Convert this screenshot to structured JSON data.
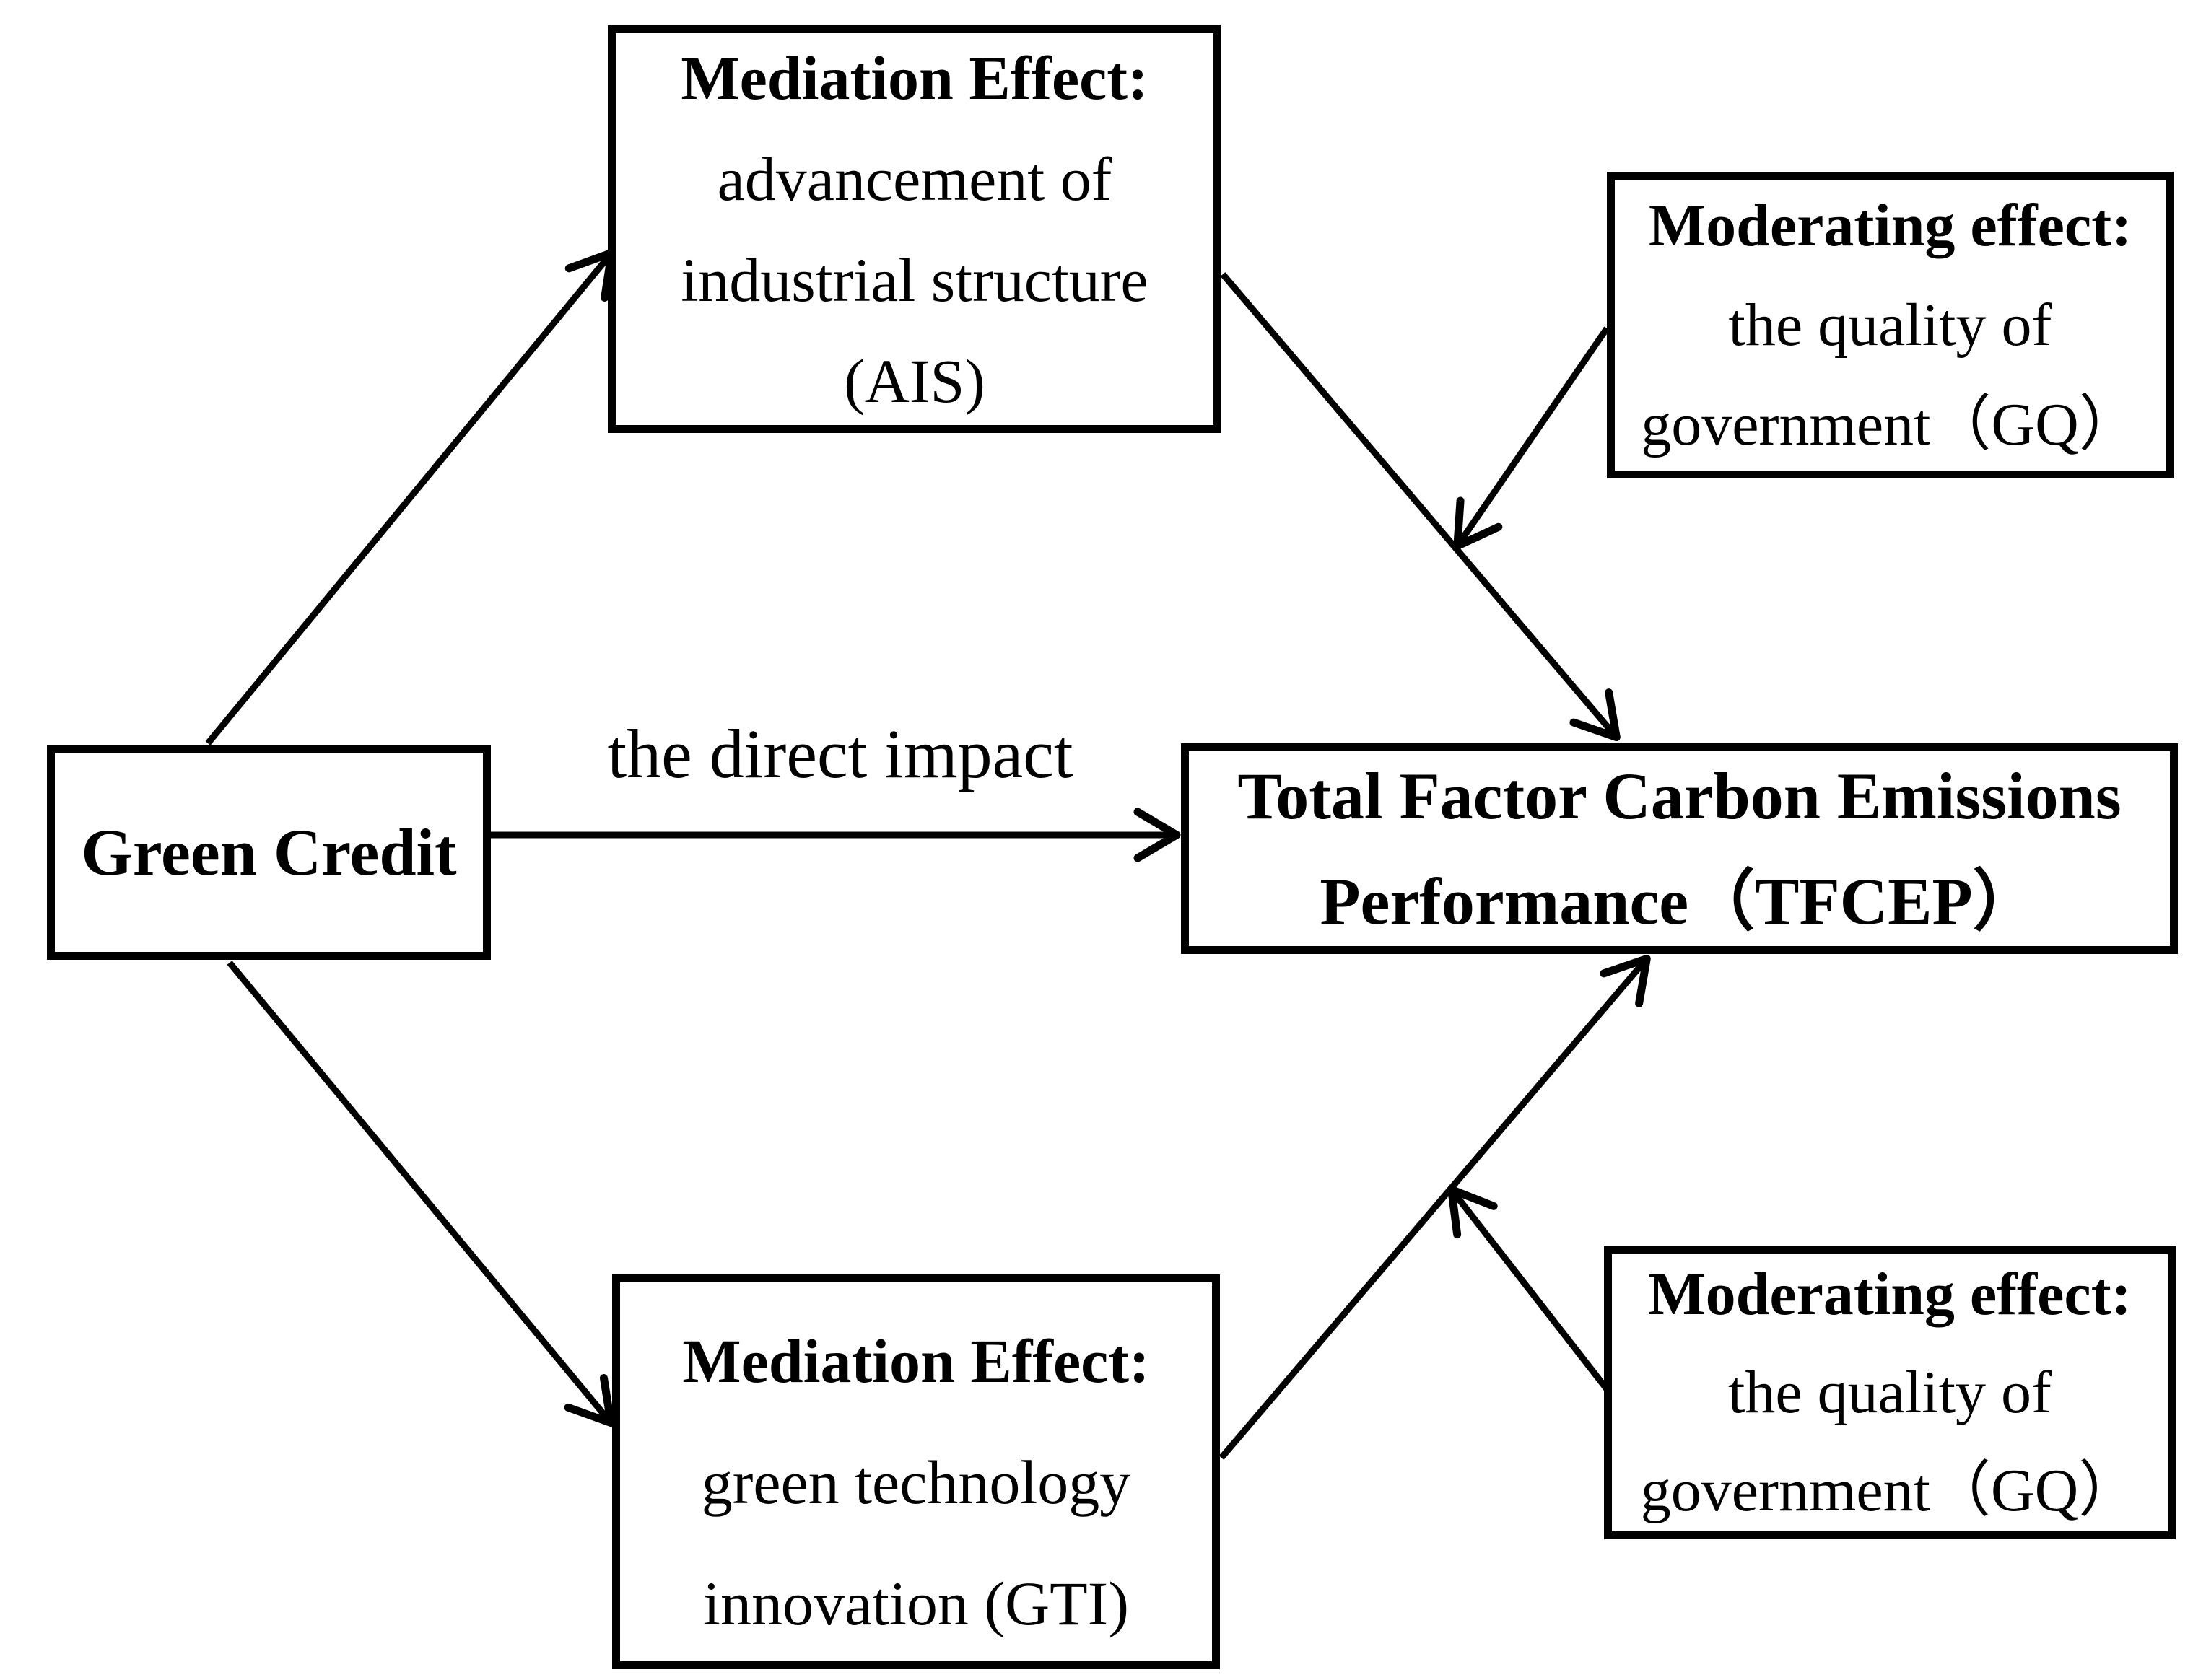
{
  "figure": {
    "background_color": "#ffffff",
    "line_color": "#000000",
    "nodes": {
      "mediation_ais": {
        "heading": "Mediation Effect:",
        "lines": [
          "advancement of",
          "industrial structure",
          "(AIS)"
        ]
      },
      "moderating_top": {
        "heading": "Moderating effect:",
        "lines": [
          "the quality of",
          "government（GQ）"
        ]
      },
      "green_credit": {
        "heading": "Green Credit"
      },
      "tfcep": {
        "lines": [
          "Total Factor Carbon Emissions",
          "Performance（TFCEP）"
        ]
      },
      "mediation_gti": {
        "heading": "Mediation Effect:",
        "lines": [
          "green technology",
          "innovation (GTI)"
        ]
      },
      "moderating_bottom": {
        "heading": "Moderating effect:",
        "lines": [
          "the quality of",
          "government（GQ）"
        ]
      }
    },
    "edges": {
      "direct_impact_label": "the direct impact",
      "relations": [
        {
          "from": "green_credit",
          "to": "mediation_ais"
        },
        {
          "from": "mediation_ais",
          "to": "tfcep"
        },
        {
          "from": "green_credit",
          "to": "tfcep",
          "label": "the direct impact"
        },
        {
          "from": "green_credit",
          "to": "mediation_gti"
        },
        {
          "from": "mediation_gti",
          "to": "tfcep"
        },
        {
          "from": "moderating_top",
          "to": "edge mediation_ais→tfcep"
        },
        {
          "from": "moderating_bottom",
          "to": "edge mediation_gti→tfcep"
        }
      ]
    }
  }
}
